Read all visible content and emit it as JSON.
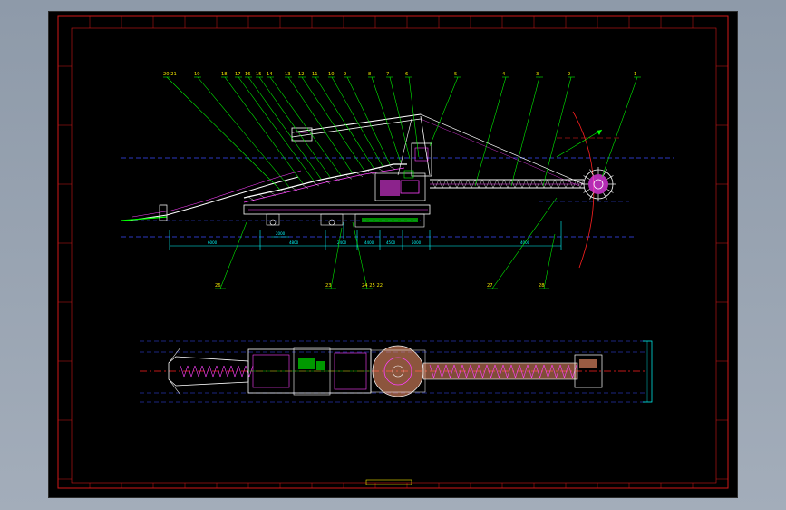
{
  "drawing": {
    "colors": {
      "background": "#000000",
      "frame": "#d01818",
      "leader": "#00ff00",
      "label": "#f3e600",
      "dimension": "#00ffff",
      "centerline_blue": "#3a4cff",
      "centerline_red": "#ff2020",
      "structure": "#ffffff",
      "highlight": "#ff40ff",
      "rotary": "#ff9a70"
    },
    "top_labels": [
      "20 21",
      "19",
      "18",
      "17",
      "16",
      "15",
      "14",
      "13",
      "12",
      "11",
      "10",
      "9",
      "8",
      "7",
      "6",
      "5",
      "4",
      "3",
      "2",
      "1"
    ],
    "bottom_labels": [
      "26",
      "23",
      "24 25 22",
      "27",
      "28"
    ],
    "dimensions": [
      "6000",
      "4800",
      "2400",
      "4400",
      "4500",
      "5000",
      "4000",
      "2000"
    ]
  }
}
